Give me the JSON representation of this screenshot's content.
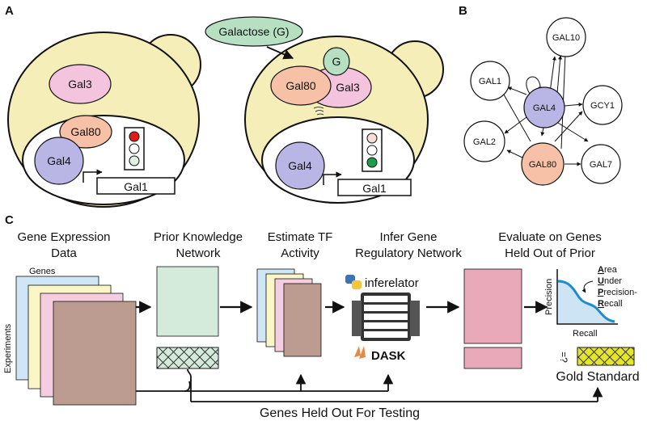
{
  "panels": {
    "a": "A",
    "b": "B",
    "c": "C"
  },
  "panel_a": {
    "galactose": "Galactose (G)",
    "g": "G",
    "gal3": "Gal3",
    "gal80": "Gal80",
    "gal4": "Gal4",
    "gal1": "Gal1",
    "colors": {
      "yeast": "#f5eeb8",
      "gal3": "#f4c3dd",
      "gal80": "#f6c1a6",
      "gal4": "#b9b6e6",
      "galactose": "#b7e0c3",
      "red": "#e01b1b",
      "green": "#1b9e4a"
    }
  },
  "panel_b": {
    "nodes": [
      "GAL1",
      "GAL10",
      "GCY1",
      "GAL7",
      "GAL80",
      "GAL2",
      "GAL4"
    ]
  },
  "panel_c": {
    "steps": [
      {
        "line1": "Gene Expression",
        "line2": "Data"
      },
      {
        "line1": "Prior Knowledge",
        "line2": "Network"
      },
      {
        "line1": "Estimate TF",
        "line2": "Activity"
      },
      {
        "line1": "Infer Gene",
        "line2": "Regulatory Network"
      },
      {
        "line1": "Evaluate on Genes",
        "line2": "Held Out of Prior"
      }
    ],
    "genes_label": "Genes",
    "experiments_label": "Experiments",
    "inferelator": "inferelator",
    "dask": "DASK",
    "pr": {
      "ylabel": "Precision",
      "xlabel": "Recall",
      "aupr": [
        {
          "initial": "A",
          "rest": "rea"
        },
        {
          "initial": "U",
          "rest": "nder"
        },
        {
          "initial": "P",
          "rest": "recision-"
        },
        {
          "initial": "R",
          "rest": "ecall"
        }
      ]
    },
    "compare": "=?",
    "gold_standard": "Gold Standard",
    "held_out": "Genes Held Out For Testing"
  }
}
